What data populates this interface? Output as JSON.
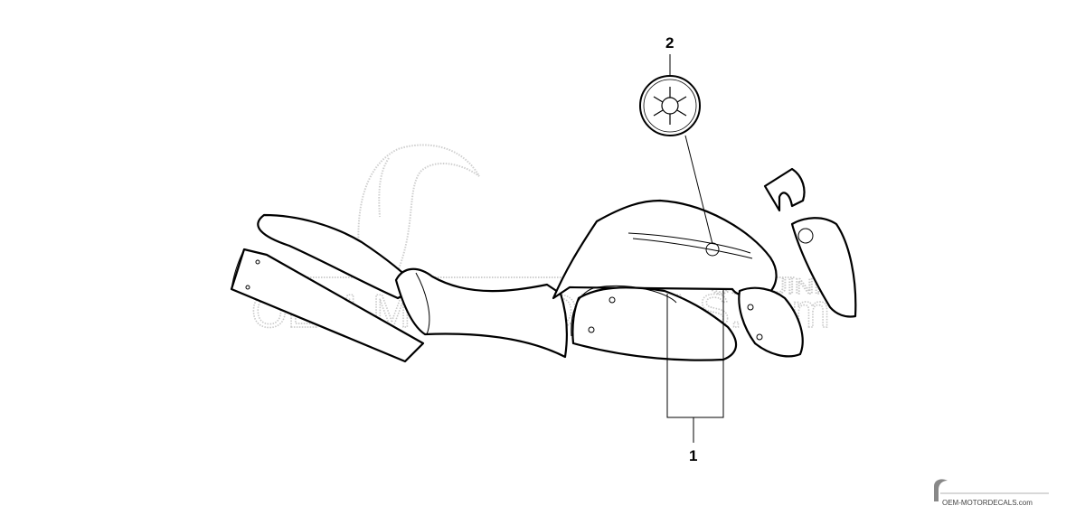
{
  "callouts": [
    {
      "number": "1",
      "part": "graphic-set"
    },
    {
      "number": "2",
      "part": "emblem"
    }
  ],
  "watermark": {
    "main": "OEM-MOTORDECALS.com",
    "badge": "GENUINE"
  },
  "footer_logo": {
    "text": "OEM-MOTORDECALS.com"
  }
}
